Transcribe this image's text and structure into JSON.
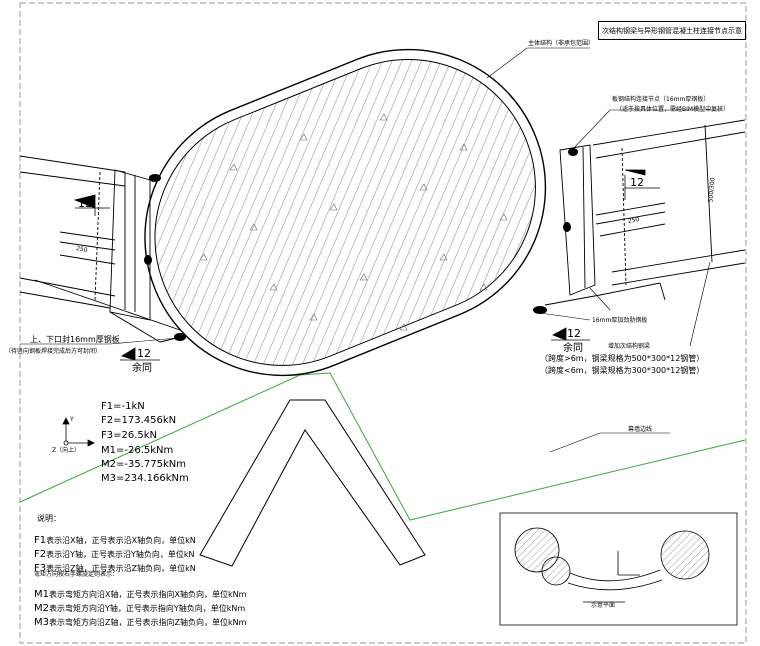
{
  "title": "次结构钢梁与异形钢管混凝土柱连接节点示意",
  "labels": {
    "main_column": "主体结构（非承包范围）",
    "plate_note_1": "板钢结构连接节点（16mm厚钢板）",
    "plate_note_2": "（适于按具体位置，需经BIM模型中复核）",
    "ring_plate_lower": "16mm厚加劲肋钢板",
    "plate_left_1": "上、下口封16mm厚钢板",
    "plate_left_2": "（待竖向钢板焊接完成后方可封闭）",
    "beam_note_1": "增加次结构钢梁",
    "beam_note_2": "（跨度>6m，钢梁规格为500*300*12钢管）",
    "beam_note_3": "（跨度<6m，钢梁规格为300*300*12钢管）",
    "curtain_edge": "幕墙边线",
    "dim_250_left": "250",
    "dim_250_right": "250",
    "dim_side": "500/300",
    "sec_left_num": "12",
    "sec_right_num": "12",
    "sec_bottom_left_num": "12",
    "sec_bottom_left_sub": "余同",
    "sec_bottom_right_num": "12",
    "sec_bottom_right_sub": "余同",
    "axis_y": "Y",
    "axis_z": "Z（向上）",
    "key_plan_caption": "示意平面"
  },
  "forces": [
    "F1=-1kN",
    "F2=173.456kN",
    "F3=26.5kN",
    "M1=-26.5kNm",
    "M2=-35.775kNm",
    "M3=234.166kNm"
  ],
  "notes": {
    "heading": "说明：",
    "rows": [
      {
        "head": "F1",
        "body": "表示沿X轴，正号表示沿X轴负向，单位kN"
      },
      {
        "head": "F2",
        "body": "表示沿Y轴，正号表示沿Y轴负向，单位kN"
      },
      {
        "head": "F3",
        "body": "表示沿Z轴，正号表示沿Z轴负向，单位kN"
      }
    ],
    "moment_heading": "弯矩方向按右手螺旋定则表示：",
    "moment_rows": [
      {
        "head": "M1",
        "body": "表示弯矩方向沿X轴，正号表示指向X轴负向，单位kNm"
      },
      {
        "head": "M2",
        "body": "表示弯矩方向沿Y轴，正号表示指向Y轴负向，单位kNm"
      },
      {
        "head": "M3",
        "body": "表示弯矩方向沿Z轴，正号表示指向Z轴负向，单位kNm"
      }
    ]
  },
  "colors": {
    "line": "#000000",
    "curtain": "#3aa63a",
    "hatch": "#444444",
    "frame": "#888888"
  }
}
